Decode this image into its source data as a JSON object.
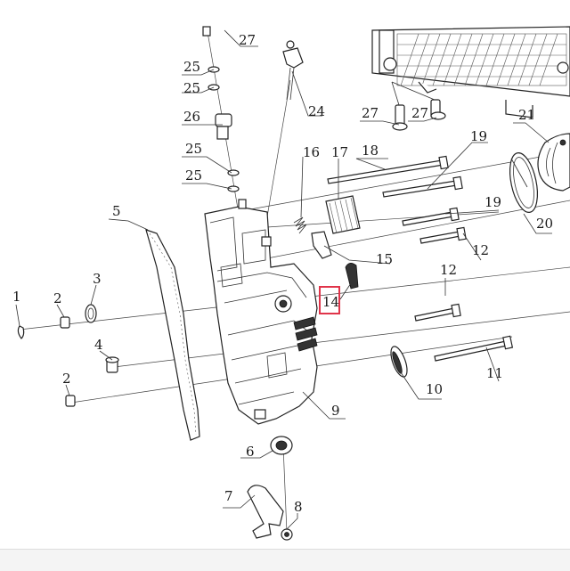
{
  "diagram": {
    "callouts": [
      {
        "id": "c1",
        "text": "1"
      },
      {
        "id": "c2a",
        "text": "2"
      },
      {
        "id": "c2b",
        "text": "2"
      },
      {
        "id": "c3",
        "text": "3"
      },
      {
        "id": "c4",
        "text": "4"
      },
      {
        "id": "c5",
        "text": "5"
      },
      {
        "id": "c6",
        "text": "6"
      },
      {
        "id": "c7",
        "text": "7"
      },
      {
        "id": "c8",
        "text": "8"
      },
      {
        "id": "c9",
        "text": "9"
      },
      {
        "id": "c10",
        "text": "10"
      },
      {
        "id": "c11",
        "text": "11"
      },
      {
        "id": "c12a",
        "text": "12"
      },
      {
        "id": "c12b",
        "text": "12"
      },
      {
        "id": "c14",
        "text": "14"
      },
      {
        "id": "c15",
        "text": "15"
      },
      {
        "id": "c16",
        "text": "16"
      },
      {
        "id": "c17",
        "text": "17"
      },
      {
        "id": "c18",
        "text": "18"
      },
      {
        "id": "c19a",
        "text": "19"
      },
      {
        "id": "c19b",
        "text": "19"
      },
      {
        "id": "c20",
        "text": "20"
      },
      {
        "id": "c21",
        "text": "21"
      },
      {
        "id": "c24",
        "text": "24"
      },
      {
        "id": "c25a",
        "text": "25"
      },
      {
        "id": "c25b",
        "text": "25"
      },
      {
        "id": "c25c",
        "text": "25"
      },
      {
        "id": "c25d",
        "text": "25"
      },
      {
        "id": "c26",
        "text": "26"
      },
      {
        "id": "c27a",
        "text": "27"
      },
      {
        "id": "c27b",
        "text": "27"
      },
      {
        "id": "c27c",
        "text": "27"
      }
    ],
    "highlight": {
      "callout": "c14",
      "color": "#e0344a"
    }
  }
}
